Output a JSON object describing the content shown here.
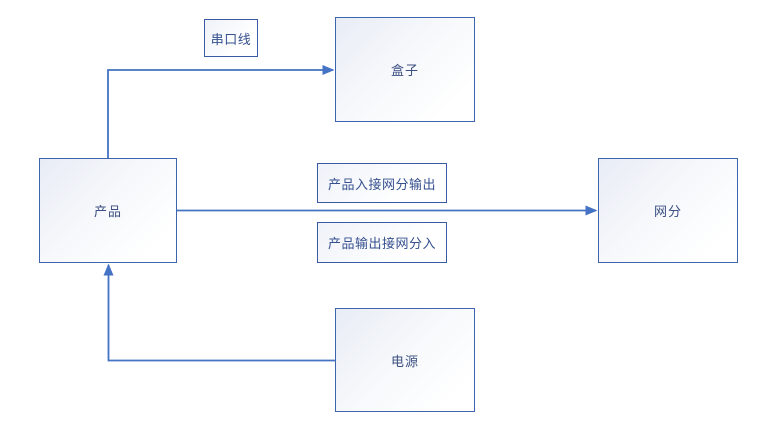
{
  "diagram": {
    "nodes": [
      {
        "id": "product",
        "label": "产品"
      },
      {
        "id": "box",
        "label": "盒子"
      },
      {
        "id": "analyzer",
        "label": "网分"
      },
      {
        "id": "power",
        "label": "电源"
      }
    ],
    "labels": [
      {
        "id": "serial-cable",
        "text": "串口线"
      },
      {
        "id": "in-connection",
        "text": "产品入接网分输出"
      },
      {
        "id": "out-connection",
        "text": "产品输出接网分入"
      }
    ],
    "connections": [
      {
        "from": "产品",
        "to": "盒子",
        "label": "串口线"
      },
      {
        "from": "产品",
        "to": "网分"
      },
      {
        "from": "电源",
        "to": "产品"
      }
    ],
    "colors": {
      "node_border": "#3e64ae",
      "connector": "#4472c4",
      "node_text": "#3c4f82",
      "label_text": "#35508f",
      "background": "#ffffff"
    }
  }
}
